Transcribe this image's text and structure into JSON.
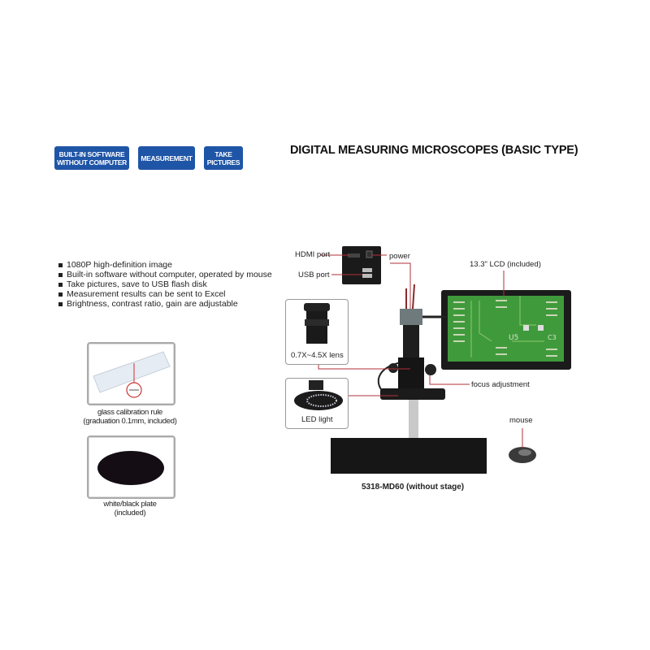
{
  "badges": [
    {
      "line1": "BUILT-IN SOFTWARE",
      "line2": "WITHOUT COMPUTER"
    },
    {
      "line1": "MEASUREMENT",
      "line2": ""
    },
    {
      "line1": "TAKE",
      "line2": "PICTURES"
    }
  ],
  "title": "DIGITAL MEASURING MICROSCOPES (BASIC TYPE)",
  "features": [
    "1080P high-definition image",
    "Built-in software without computer, operated by mouse",
    "Take pictures, save to USB flash disk",
    "Measurement results can be sent to Excel",
    "Brightness, contrast ratio, gain are adjustable"
  ],
  "accessories": [
    {
      "line1": "glass calibration rule",
      "line2": "(graduation 0.1mm, included)"
    },
    {
      "line1": "white/black plate",
      "line2": "(included)"
    }
  ],
  "callouts": {
    "hdmi": "HDMI port",
    "usb": "USB port",
    "power": "power",
    "lcd": "13.3\" LCD (included)",
    "lens": "0.7X~4.5X lens",
    "led": "LED light",
    "focus": "focus adjustment",
    "mouse": "mouse"
  },
  "model_caption": "5318-MD60 (without stage)",
  "colors": {
    "badge": "#1f55a6",
    "callout_line": "#b0303a",
    "lcd_screen": "#3f9a3c"
  }
}
